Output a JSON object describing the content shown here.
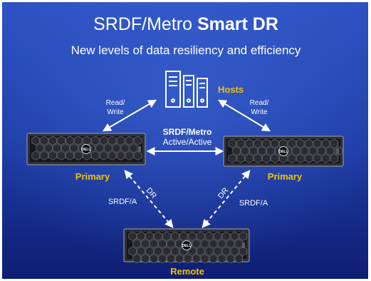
{
  "title": {
    "regular": "SRDF/Metro ",
    "bold": "Smart DR"
  },
  "subtitle": "New levels of data resiliency and efficiency",
  "hosts": {
    "label": "Hosts",
    "icon": "server-hosts-icon"
  },
  "left_arrow": {
    "line1": "Read/",
    "line2": "Write"
  },
  "right_arrow": {
    "line1": "Read/",
    "line2": "Write"
  },
  "metro": {
    "line1": "SRDF/Metro",
    "line2": "Active/Active"
  },
  "arrays": {
    "primary_left": {
      "label": "Primary",
      "brand": "DELL"
    },
    "primary_right": {
      "label": "Primary",
      "brand": "DELL"
    },
    "remote": {
      "label": "Remote",
      "brand": "DELL"
    }
  },
  "dr_left": {
    "dr": "DR",
    "protocol": "SRDF/A"
  },
  "dr_right": {
    "dr": "DR",
    "protocol": "SRDF/A"
  },
  "colors": {
    "background_top": "#2a4fc0",
    "background_bottom": "#0d1c6e",
    "accent_yellow": "#f2c200",
    "text_white": "#ffffff",
    "chassis": "#3c3e44",
    "hex_bezel": "#1a1b1f"
  }
}
